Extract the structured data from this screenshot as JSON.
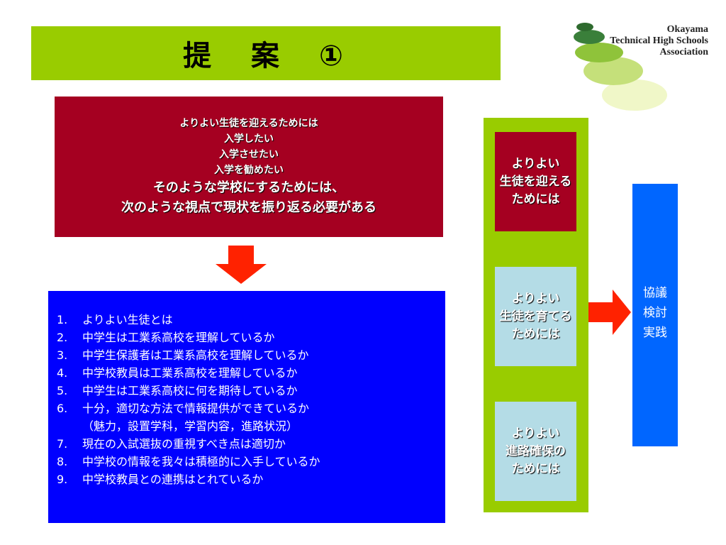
{
  "title": "提　案　①",
  "logo": {
    "line1": "Okayama",
    "line2": "Technical High Schools",
    "line3": "Association",
    "colors": [
      "#3a7f3a",
      "#8fc33a",
      "#c5e07a",
      "#e8f3b0"
    ]
  },
  "intro": {
    "lines": [
      "よりよい生徒を迎えるためには",
      "入学したい",
      "入学させたい",
      "入学を勧めたい"
    ],
    "emphasis": [
      "そのような学校にするためには、",
      "次のような視点で現状を振り返る必要がある"
    ]
  },
  "points": [
    {
      "num": "1.",
      "text": "よりよい生徒とは"
    },
    {
      "num": "2.",
      "text": "中学生は工業系高校を理解しているか"
    },
    {
      "num": "3.",
      "text": "中学生保護者は工業系高校を理解しているか"
    },
    {
      "num": "4.",
      "text": "中学校教員は工業系高校を理解しているか"
    },
    {
      "num": "5.",
      "text": "中学生は工業系高校に何を期待しているか"
    },
    {
      "num": "6.",
      "text": "十分，適切な方法で情報提供ができているか"
    },
    {
      "num": "",
      "text": "（魅力，設置学科，学習内容，進路状況）"
    },
    {
      "num": "7.",
      "text": "現在の入試選抜の重視すべき点は適切か"
    },
    {
      "num": "8.",
      "text": "中学校の情報を我々は積極的に入手しているか"
    },
    {
      "num": "9.",
      "text": "中学校教員との連携はとれているか"
    }
  ],
  "stages": [
    {
      "lines": [
        "よりよい",
        "生徒を迎える",
        "ためには"
      ]
    },
    {
      "lines": [
        "よりよい",
        "生徒を育てる",
        "ためには"
      ]
    },
    {
      "lines": [
        "よりよい",
        "進路確保の",
        "ためには"
      ]
    }
  ],
  "action": {
    "lines": [
      "協議",
      "検討",
      "実践"
    ]
  },
  "colors": {
    "green": "#99cc00",
    "dark_red": "#a50021",
    "blue": "#0000ff",
    "light_blue": "#b4dce6",
    "action_blue": "#0066ff",
    "arrow_red": "#ff2200"
  }
}
